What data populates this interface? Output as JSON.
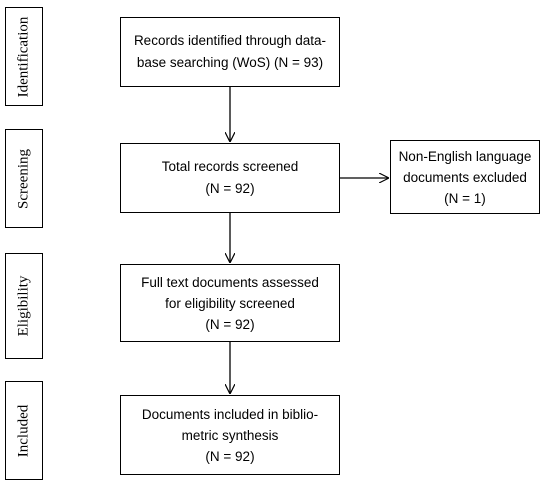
{
  "stages": [
    {
      "id": "identification",
      "label": "Identification"
    },
    {
      "id": "screening",
      "label": "Screening"
    },
    {
      "id": "eligibility",
      "label": "Eligibility"
    },
    {
      "id": "included",
      "label": "Included"
    }
  ],
  "boxes": {
    "identified": {
      "lines": [
        "Records identified through data-",
        "base searching (WoS) (N = 93)"
      ]
    },
    "screened": {
      "lines": [
        "Total records screened",
        "(N = 92)"
      ]
    },
    "excluded": {
      "lines": [
        "Non-English language",
        "documents excluded",
        "(N = 1)"
      ]
    },
    "eligibility": {
      "lines": [
        "Full text documents assessed",
        "for eligibility screened",
        "(N = 92)"
      ]
    },
    "included": {
      "lines": [
        "Documents included in biblio-",
        "metric synthesis",
        "(N = 92)"
      ]
    }
  },
  "colors": {
    "stroke": "#000000",
    "background": "#ffffff"
  }
}
